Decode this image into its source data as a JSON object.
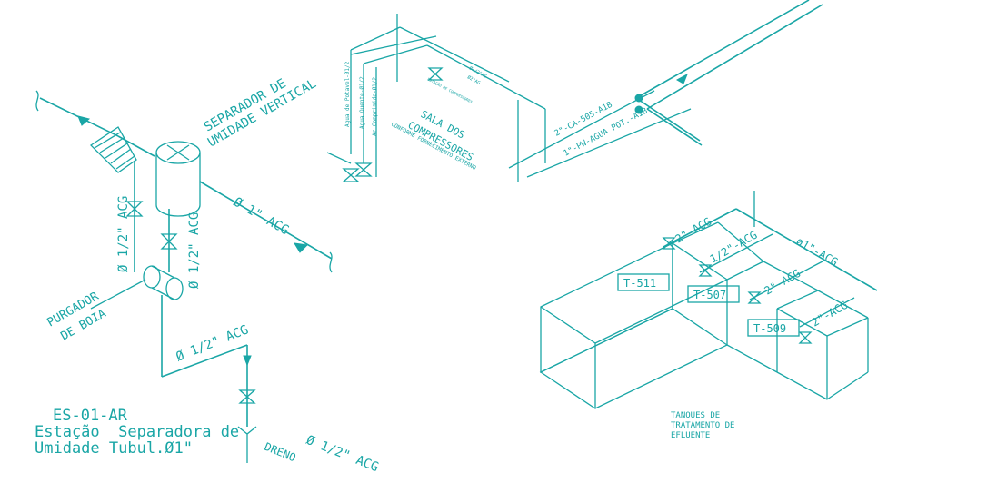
{
  "colors": {
    "line": "#1aa6a6",
    "background": "#ffffff"
  },
  "left_station": {
    "separator_label_1": "SEPARADOR DE",
    "separator_label_2": "UMIDADE VERTICAL",
    "pipe_main": "Ø 1\" ACG",
    "pipe_v1": "Ø 1/2\" ACG",
    "pipe_v2": "Ø 1/2\" ACG",
    "pipe_bottom": "Ø 1/2\" ACG",
    "pipe_drain": "Ø 1/2\" ACG",
    "purgador_1": "PURGADOR",
    "purgador_2": "DE BOIA",
    "dreno": "DRENO"
  },
  "legend": {
    "code": "ES-01-AR",
    "line1": "Estação  Separadora de",
    "line2": "Umidade Tubul.Ø1\""
  },
  "compressor_room": {
    "sala_1": "SALA DOS",
    "sala_2": "COMPRESSORES",
    "sala_3": "CONFORME FORNECIMENTO EXTERNO",
    "agua_potavel": "Agua de Potavel-Ø1/2",
    "agua_quente": "Agua Quente-Ø1/2",
    "comprimido": "Ar Comprimido-Ø1/2",
    "small_note_1": "ESTAÇÃO DE COMPRESSORES",
    "small_note_2": "Ø1/2\"AG",
    "small_note_3": "Ø2\"AG",
    "line_ca": "2\"-CA-505-A1B",
    "line_pw": "1\"-PW-AGUA POT.-A1B"
  },
  "tanks": {
    "tag_511": "T-511",
    "tag_507": "T-507",
    "tag_509": "T-509",
    "pipe_1": "2\"-ACG",
    "pipe_2": "1/2\"-ACG",
    "pipe_3": "ø1\"-ACG",
    "pipe_4": "2\"-ACG",
    "pipe_5": "2\"-ACG",
    "caption_1": "TANQUES DE",
    "caption_2": "TRATAMENTO DE",
    "caption_3": "EFLUENTE"
  }
}
